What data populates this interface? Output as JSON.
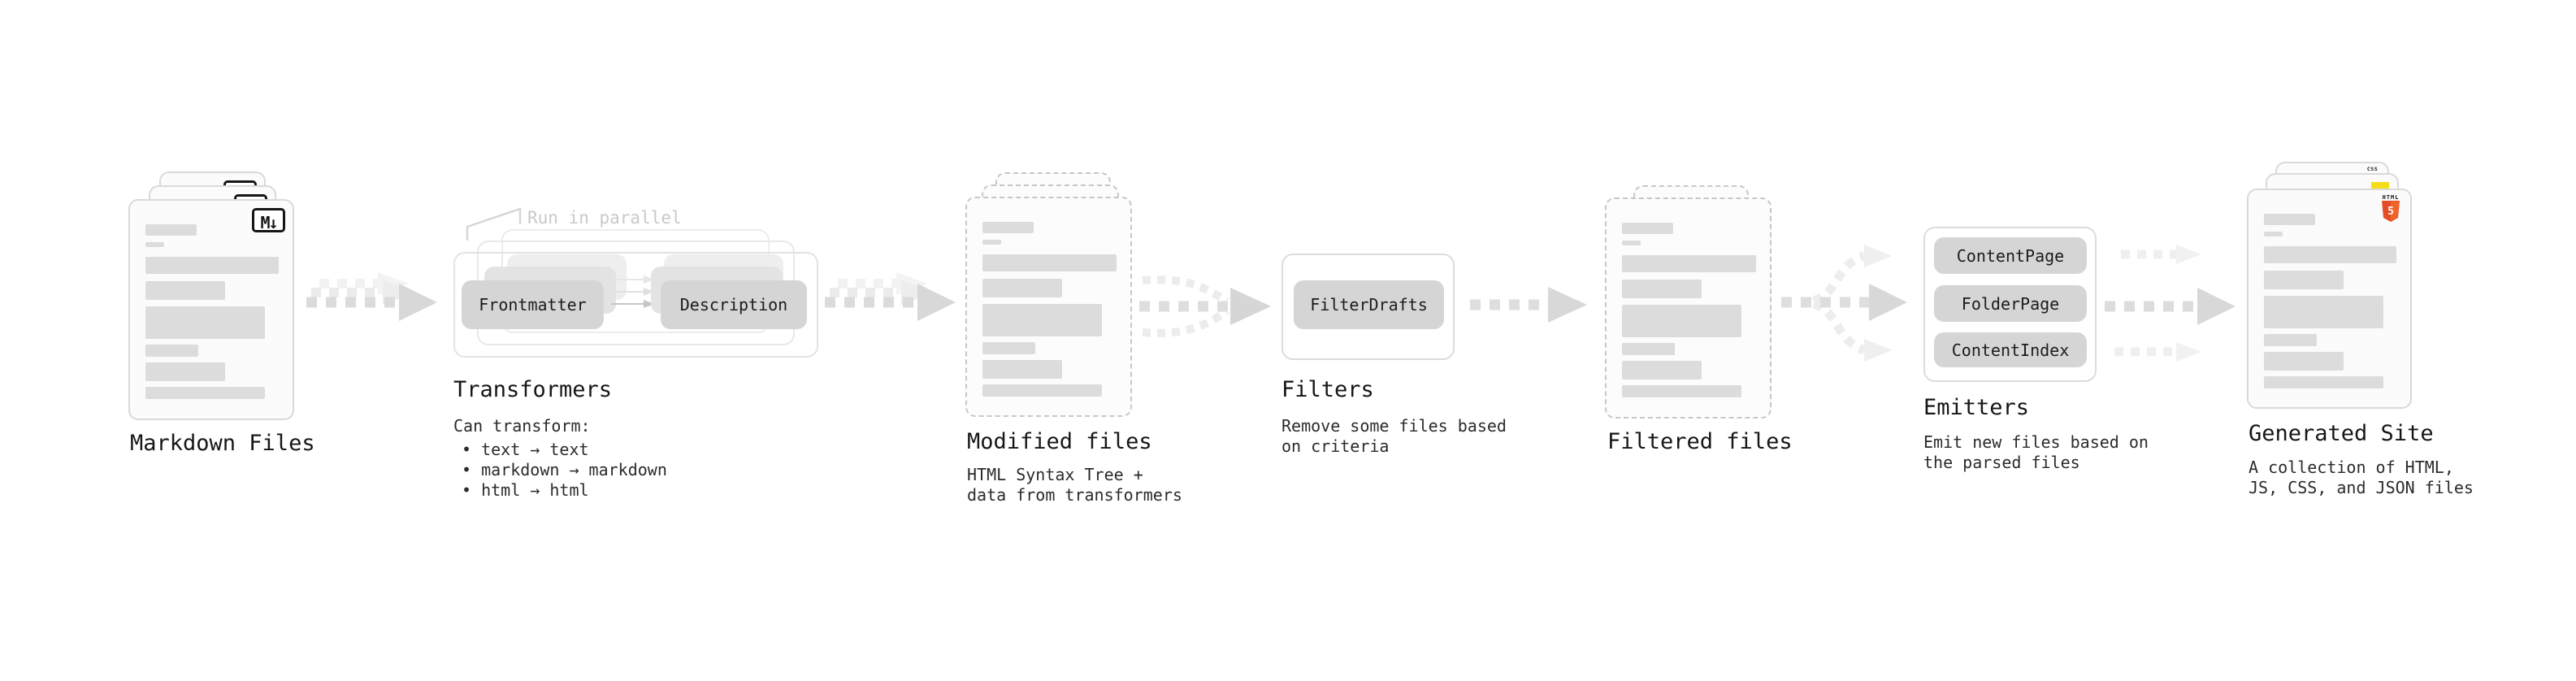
{
  "diagram": {
    "nodes": {
      "markdown_files": {
        "label": "Markdown Files",
        "file_badge": "M↓"
      },
      "transformers": {
        "label": "Transformers",
        "note": "Run in parallel",
        "steps": [
          "Frontmatter",
          "Description"
        ],
        "caption": "Can transform:",
        "bullets": [
          "• text → text",
          "• markdown → markdown",
          "• html → html"
        ]
      },
      "modified_files": {
        "label": "Modified files",
        "caption_line1": "HTML Syntax Tree +",
        "caption_line2": "data from transformers"
      },
      "filters": {
        "label": "Filters",
        "pill": "FilterDrafts",
        "caption_line1": "Remove some files based",
        "caption_line2": "on criteria"
      },
      "filtered_files": {
        "label": "Filtered files"
      },
      "emitters": {
        "label": "Emitters",
        "pills": [
          "ContentPage",
          "FolderPage",
          "ContentIndex"
        ],
        "caption_line1": "Emit new files based on",
        "caption_line2": "the parsed files"
      },
      "generated_site": {
        "label": "Generated Site",
        "caption_line1": "A collection of HTML,",
        "caption_line2": "JS, CSS, and JSON files",
        "css_badge": "CSS",
        "html5_badge_word": "HTML",
        "html5_badge_number": "5"
      }
    },
    "colors": {
      "html5_orange": "#e44d26",
      "js_yellow": "#f5de19",
      "css_blue": "#2d6fe0"
    }
  }
}
